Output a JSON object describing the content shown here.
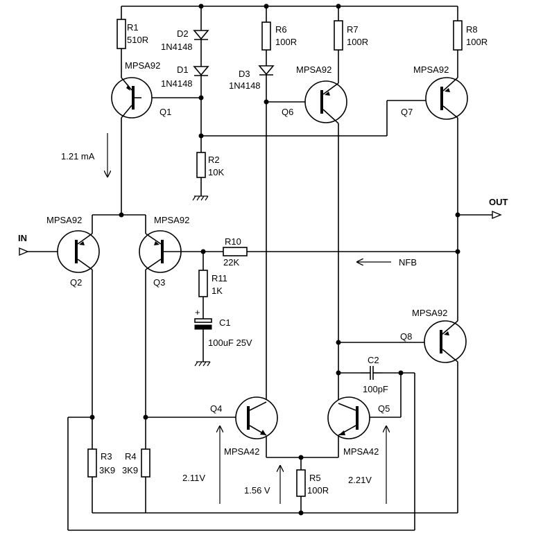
{
  "components": {
    "R1": {
      "ref": "R1",
      "value": "510R"
    },
    "R2": {
      "ref": "R2",
      "value": "10K"
    },
    "R3": {
      "ref": "R3",
      "value": "3K9"
    },
    "R4": {
      "ref": "R4",
      "value": "3K9"
    },
    "R5": {
      "ref": "R5",
      "value": "100R"
    },
    "R6": {
      "ref": "R6",
      "value": "100R"
    },
    "R7": {
      "ref": "R7",
      "value": "100R"
    },
    "R8": {
      "ref": "R8",
      "value": "100R"
    },
    "R10": {
      "ref": "R10",
      "value": "22K"
    },
    "R11": {
      "ref": "R11",
      "value": "1K"
    },
    "D1": {
      "ref": "D1",
      "value": "1N4148"
    },
    "D2": {
      "ref": "D2",
      "value": "1N4148"
    },
    "D3": {
      "ref": "D3",
      "value": "1N4148"
    },
    "C1": {
      "ref": "C1",
      "value": "100uF 25V",
      "polarity": "+"
    },
    "C2": {
      "ref": "C2",
      "value": "100pF"
    },
    "Q1": {
      "ref": "Q1",
      "type": "MPSA92"
    },
    "Q2": {
      "ref": "Q2",
      "type": "MPSA92"
    },
    "Q3": {
      "ref": "Q3",
      "type": "MPSA92"
    },
    "Q4": {
      "ref": "Q4",
      "type": "MPSA42"
    },
    "Q5": {
      "ref": "Q5",
      "type": "MPSA42"
    },
    "Q6": {
      "ref": "Q6",
      "type": "MPSA92"
    },
    "Q7": {
      "ref": "Q7",
      "type": "MPSA92"
    },
    "Q8": {
      "ref": "Q8",
      "type": "MPSA92"
    }
  },
  "ports": {
    "input": "IN",
    "output": "OUT"
  },
  "annotations": {
    "current_q1": "1.21 mA",
    "feedback": "NFB",
    "v_q4": "2.11V",
    "v_r5": "1.56 V",
    "v_q5": "2.21V"
  }
}
